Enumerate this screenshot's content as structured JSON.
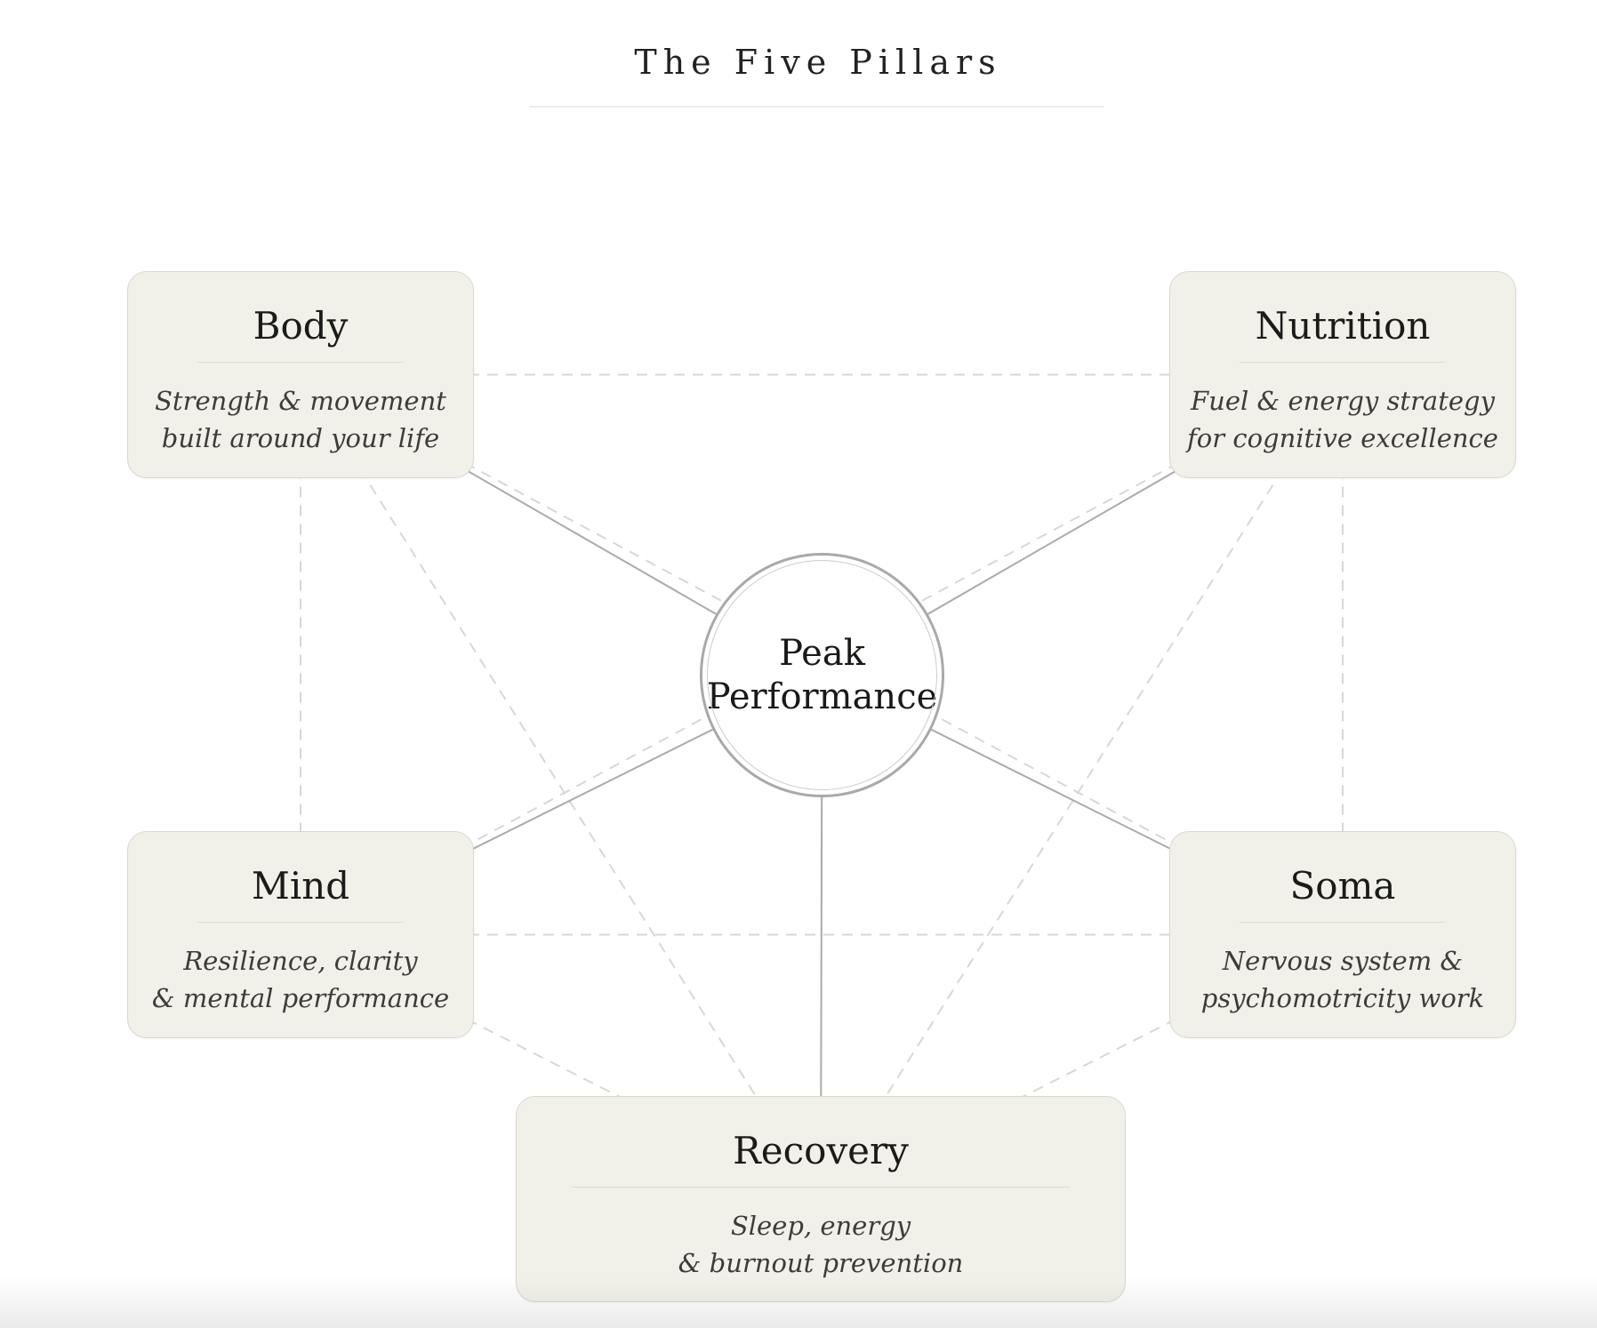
{
  "page": {
    "title": "The Five Pillars"
  },
  "center": {
    "label_line1": "Peak",
    "label_line2": "Performance"
  },
  "pillars": {
    "body": {
      "title": "Body",
      "desc_line1": "Strength & movement",
      "desc_line2": "built around your life"
    },
    "nutrition": {
      "title": "Nutrition",
      "desc_line1": "Fuel & energy strategy",
      "desc_line2": "for cognitive excellence"
    },
    "mind": {
      "title": "Mind",
      "desc_line1": "Resilience, clarity",
      "desc_line2": "& mental performance"
    },
    "soma": {
      "title": "Soma",
      "desc_line1": "Nervous system &",
      "desc_line2": "psychomotricity work"
    },
    "recovery": {
      "title": "Recovery",
      "desc_line1": "Sleep, energy",
      "desc_line2": "& burnout prevention"
    }
  },
  "connections": {
    "solid": [
      [
        "body",
        "center"
      ],
      [
        "nutrition",
        "center"
      ],
      [
        "mind",
        "center"
      ],
      [
        "soma",
        "center"
      ],
      [
        "recovery",
        "center"
      ]
    ],
    "dashed": [
      [
        "body",
        "nutrition"
      ],
      [
        "body",
        "mind"
      ],
      [
        "body",
        "soma"
      ],
      [
        "body",
        "recovery"
      ],
      [
        "nutrition",
        "soma"
      ],
      [
        "nutrition",
        "mind"
      ],
      [
        "nutrition",
        "recovery"
      ],
      [
        "mind",
        "soma"
      ],
      [
        "mind",
        "recovery"
      ],
      [
        "soma",
        "recovery"
      ]
    ]
  },
  "colors": {
    "box_bg": "#f2f1e9",
    "box_border": "#d9d8cf",
    "solid_line": "#abaaa8",
    "dashed_line": "#d7d7d5",
    "circle_border": "#a9a9a9",
    "circle_inner_ring": "#cccccc",
    "text_primary": "#1d1d1b",
    "text_secondary": "#3c3c3a"
  }
}
